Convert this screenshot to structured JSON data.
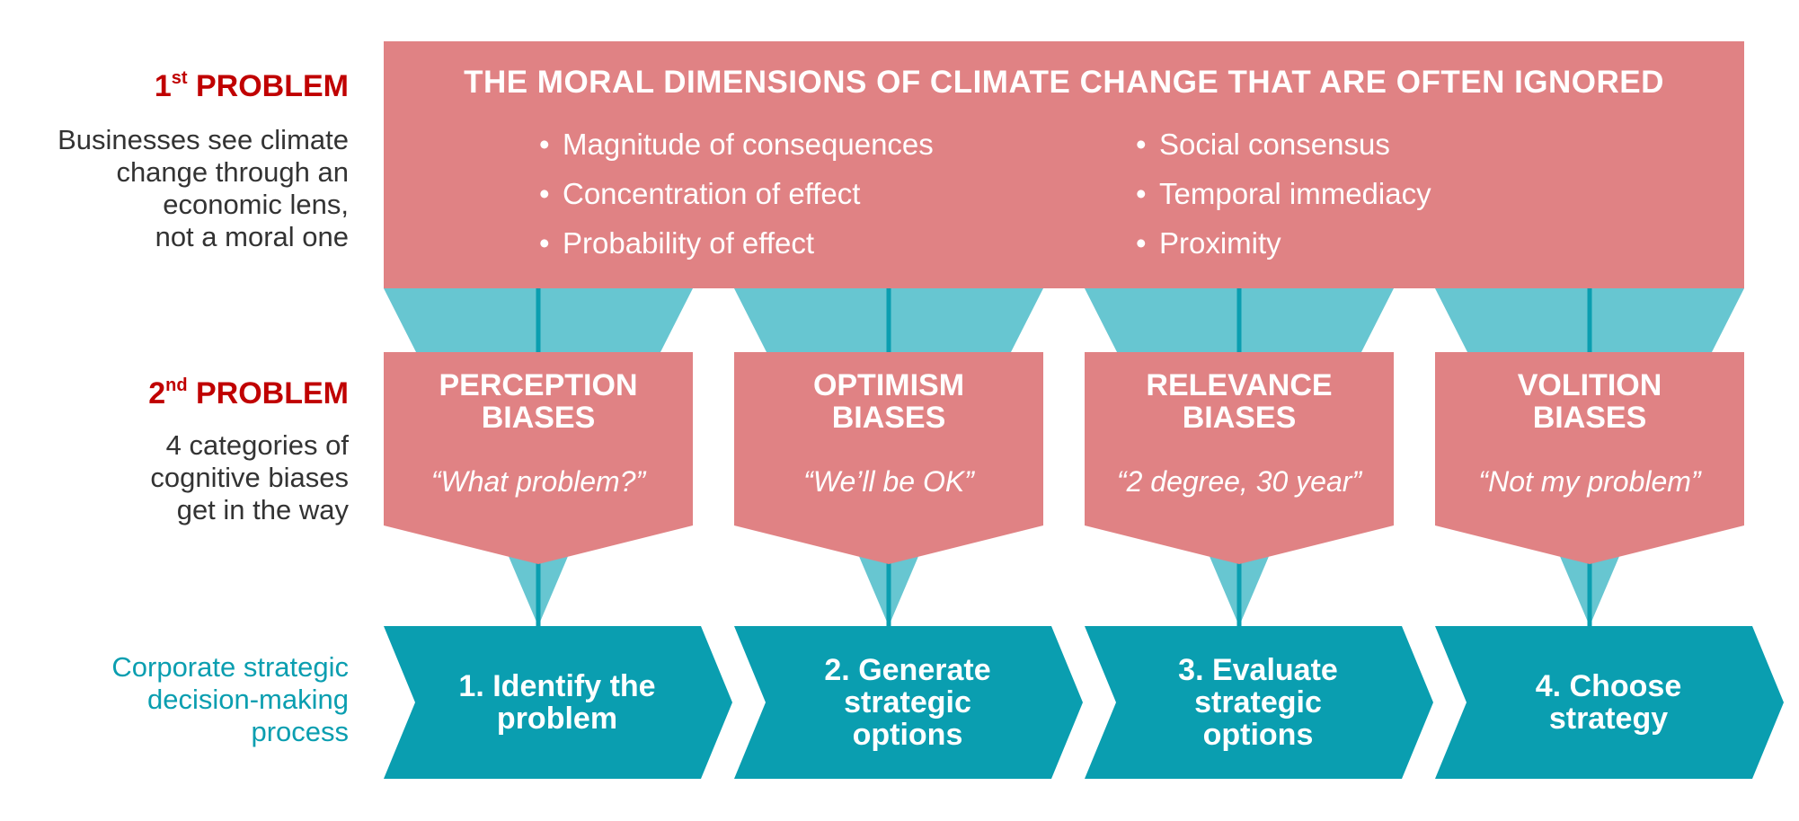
{
  "colors": {
    "pink": "#e08284",
    "teal_light": "#67c6d1",
    "teal_dark": "#0a9eb0",
    "red_text": "#c00000",
    "dark_text": "#333333"
  },
  "problem1": {
    "number": "1",
    "suffix": "st",
    "word": "PROBLEM",
    "description": [
      "Businesses see climate",
      "change through an",
      "economic lens,",
      "not a moral one"
    ]
  },
  "problem2": {
    "number": "2",
    "suffix": "nd",
    "word": "PROBLEM",
    "description": [
      "4 categories of",
      "cognitive biases",
      "get in the way"
    ]
  },
  "process_label": [
    "Corporate strategic",
    "decision-making",
    "process"
  ],
  "moral_dimensions": {
    "title": "THE MORAL DIMENSIONS OF CLIMATE CHANGE THAT ARE OFTEN IGNORED",
    "left_items": [
      "Magnitude of consequences",
      "Concentration of effect",
      "Probability of effect"
    ],
    "right_items": [
      "Social consensus",
      "Temporal immediacy",
      "Proximity"
    ]
  },
  "biases": [
    {
      "title": [
        "PERCEPTION",
        "BIASES"
      ],
      "quote": "“What problem?”"
    },
    {
      "title": [
        "OPTIMISM",
        "BIASES"
      ],
      "quote": "“We’ll be OK”"
    },
    {
      "title": [
        "RELEVANCE",
        "BIASES"
      ],
      "quote": "“2 degree, 30 year”"
    },
    {
      "title": [
        "VOLITION",
        "BIASES"
      ],
      "quote": "“Not my problem”"
    }
  ],
  "steps": [
    {
      "lines": [
        "1. Identify the",
        "problem"
      ]
    },
    {
      "lines": [
        "2. Generate",
        "strategic",
        "options"
      ]
    },
    {
      "lines": [
        "3. Evaluate",
        "strategic",
        "options"
      ]
    },
    {
      "lines": [
        "4. Choose",
        "strategy"
      ]
    }
  ]
}
